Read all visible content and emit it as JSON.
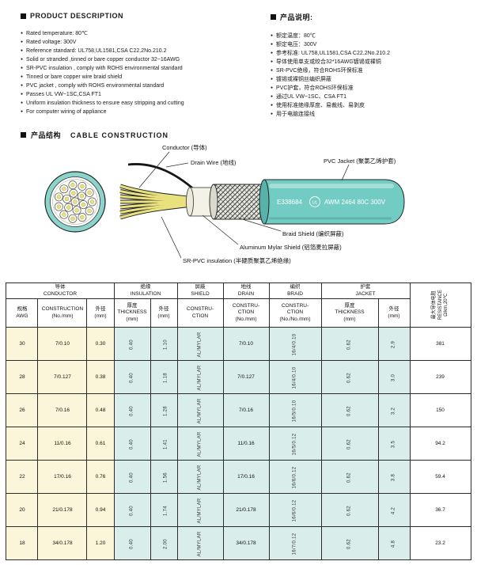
{
  "desc_en": {
    "title": "PRODUCT  DESCRIPTION",
    "items": [
      "Rated temperature: 80℃",
      "Rated voltage: 300V",
      "Reference standard: UL758,UL1581,CSA C22.2No.210.2",
      "Solid or stranded ,tinned or bare copper conductor 32~16AWG",
      "SR-PVC insulation , comply with ROHS environmental standard",
      "Tinned or bare copper wire braid shield",
      "PVC jacket , comply with ROHS environmental standard",
      "Passes UL VW~1SC,CSA FT1",
      "Uniform insulation thickness to ensure easy stripping and cutting",
      "For computer wiring of appliance"
    ]
  },
  "desc_cn": {
    "title": "产品说明:",
    "items": [
      "额定温度：80℃",
      "额定电压：300V",
      "参考标准: UL758,UL1581,CSA C22.2No.210.2",
      "导体使用单支或绞合32*16AWG镀锡或裸铜",
      "SR-PVC绝缘，符合ROHS环保标准",
      "镀锡或裸铜丝编织屏蔽",
      "PVC护套，符合ROHS环保标准",
      "通过UL VW~1SC、CSA FT1",
      "使用标准绝缘厚度、易裁线、易剥皮",
      "用于电脑连接线"
    ]
  },
  "construction": {
    "title_cn": "产品结构",
    "title_en": "CABLE  CONSTRUCTION",
    "labels": {
      "conductor": "Conductor (导体)",
      "drain": "Drain Wire (地线)",
      "jacket": "PVC Jacket (聚氯乙烯护套)",
      "braid": "Braid Shield (编织屏蔽)",
      "mylar": "Aluminum Mylar Shield (铝箔麦拉屏蔽)",
      "insulation": "SR-PVC insulation (半硬质聚氯乙烯绝缘)"
    },
    "print": {
      "ul_file": "E338684",
      "ul_mark": "UL",
      "spec": "AWM 2464 80C 300V"
    }
  },
  "table": {
    "groups": [
      {
        "label": "导体\nCONDUCTOR"
      },
      {
        "label": "绝缘\nINSULATION"
      },
      {
        "label": "屏蔽\nSHIELD"
      },
      {
        "label": "地线\nDRAIN"
      },
      {
        "label": "编织\nBRAID"
      },
      {
        "label": "护套\nJACKET"
      }
    ],
    "cols": {
      "awg": "规格\nAWG",
      "cons": "CONSTRUCTION\n(No./mm)",
      "od": "外径\n(mm)",
      "ithick": "厚度\nTHICKNESS\n(mm)",
      "iod": "外径\n(mm)",
      "shield": "CONSTRU-\nCTION",
      "drain": "CONSTRU-\nCTION\n(No./mm)",
      "braid": "CONSTRU-\nCTION\n(No./No./mm)",
      "jthick": "厚度\nTHICKNESS\n(mm)",
      "jod": "外径\n(mm)",
      "res": "最大导体电阻\nRESISTANCE\nΩ/km,20℃"
    },
    "rows": [
      {
        "awg": "30",
        "cons": "7/0.10",
        "od": "0.30",
        "it": "0.40",
        "iod": "1.10",
        "sh": "AL/MYLAR",
        "dr": "7/0.10",
        "br": "16/4/0.10",
        "jt": "0.62",
        "jod": "2.9",
        "res": "381"
      },
      {
        "awg": "28",
        "cons": "7/0.127",
        "od": "0.38",
        "it": "0.40",
        "iod": "1.18",
        "sh": "AL/MYLAR",
        "dr": "7/0.127",
        "br": "16/4/0.10",
        "jt": "0.62",
        "jod": "3.0",
        "res": "239"
      },
      {
        "awg": "26",
        "cons": "7/0.16",
        "od": "0.48",
        "it": "0.40",
        "iod": "1.28",
        "sh": "AL/MYLAR",
        "dr": "7/0.16",
        "br": "16/5/0.10",
        "jt": "0.62",
        "jod": "3.2",
        "res": "150"
      },
      {
        "awg": "24",
        "cons": "11/0.16",
        "od": "0.61",
        "it": "0.40",
        "iod": "1.41",
        "sh": "AL/MYLAR",
        "dr": "11/0.16",
        "br": "16/5/0.12",
        "jt": "0.62",
        "jod": "3.5",
        "res": "94.2"
      },
      {
        "awg": "22",
        "cons": "17/0.16",
        "od": "0.76",
        "it": "0.40",
        "iod": "1.56",
        "sh": "AL/MYLAR",
        "dr": "17/0.16",
        "br": "16/6/0.12",
        "jt": "0.62",
        "jod": "3.8",
        "res": "59.4"
      },
      {
        "awg": "20",
        "cons": "21/0.178",
        "od": "0.94",
        "it": "0.40",
        "iod": "1.74",
        "sh": "AL/MYLAR",
        "dr": "21/0.178",
        "br": "16/6/0.12",
        "jt": "0.62",
        "jod": "4.2",
        "res": "36.7"
      },
      {
        "awg": "18",
        "cons": "34/0.178",
        "od": "1.20",
        "it": "0.40",
        "iod": "2.00",
        "sh": "AL/MYLAR",
        "dr": "34/0.178",
        "br": "16/7/0.12",
        "jt": "0.62",
        "jod": "4.8",
        "res": "23.2"
      }
    ]
  }
}
